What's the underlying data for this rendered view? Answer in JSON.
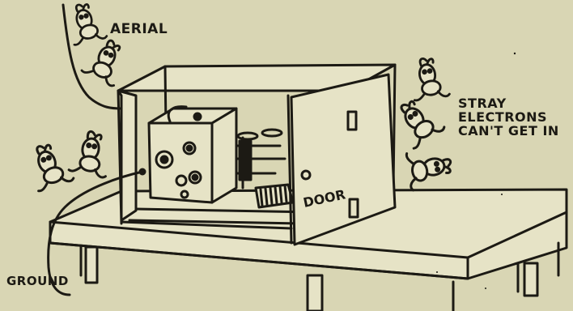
{
  "labels": {
    "aerial": "AERIAL",
    "stray_lines": [
      "STRAY",
      "ELECTRONS",
      "CAN'T GET IN"
    ],
    "door": "DOOR",
    "ground": "GROUND"
  },
  "colors": {
    "paper": "#d9d6b4",
    "ink": "#1c1a14",
    "box_fill": "#e6e3c6"
  }
}
